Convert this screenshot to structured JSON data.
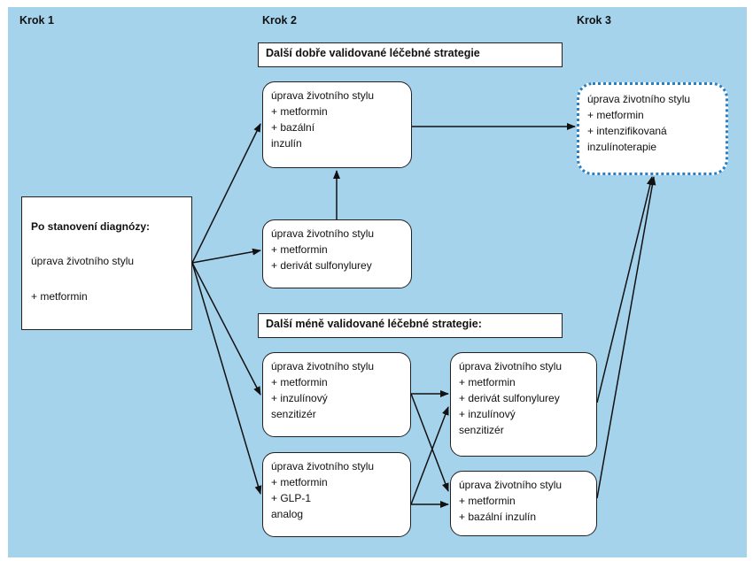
{
  "colors": {
    "background": "#a6d3ec",
    "box_fill": "#ffffff",
    "border": "#222222",
    "dotted_border": "#2a7fc4"
  },
  "steps": {
    "step1": "Krok 1",
    "step2": "Krok 2",
    "step3": "Krok 3"
  },
  "headers": {
    "well_validated": "Další dobře validované léčebné strategie",
    "less_validated": "Další méně validované léčebné strategie:"
  },
  "start_box": {
    "title": "Po stanovení diagnózy:",
    "line1": "úprava životního stylu",
    "line2": "+ metformin"
  },
  "boxes": {
    "basal": [
      "úprava životního stylu",
      "+ metformin",
      "+ bazální",
      " inzulín"
    ],
    "sulfonyl": [
      "úprava životního stylu",
      "+ metformin",
      "+ derivát sulfonylurey"
    ],
    "intensified": [
      "úprava životního stylu",
      "+ metformin",
      "+ intenzifikovaná",
      "inzulínoterapie"
    ],
    "sensitizer": [
      "úprava životního stylu",
      "+ metformin",
      "+ inzulínový",
      " senzitizér"
    ],
    "glp1": [
      "úprava životního stylu",
      "+ metformin",
      "+ GLP-1",
      " analog"
    ],
    "sulf_sens": [
      "úprava životního stylu",
      "+ metformin",
      "+ derivát sulfonylurey",
      "+ inzulínový",
      "senzitizér"
    ],
    "basal2": [
      "úprava životního stylu",
      "+ metformin",
      "+ bazální inzulín"
    ]
  }
}
